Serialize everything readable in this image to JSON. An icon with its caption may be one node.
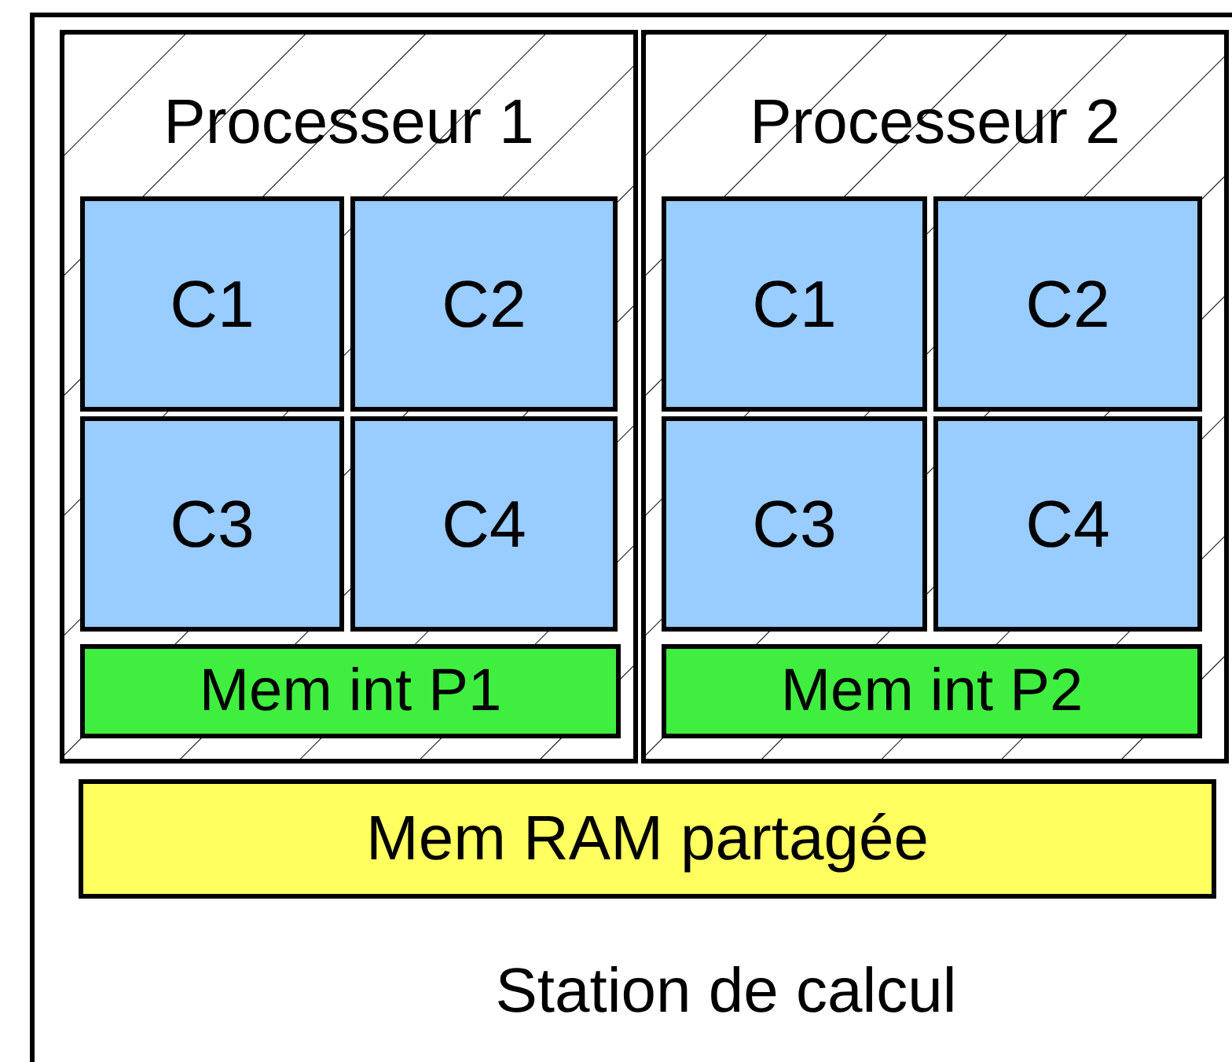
{
  "diagram": {
    "nodes": [
      {
        "text": [
          "Station de calcul"
        ]
      },
      {
        "text": [
          "Processeur 1"
        ],
        "in": 0
      },
      {
        "text": [
          "C1"
        ],
        "in": 1
      },
      {
        "text": [
          "C2"
        ],
        "in": 1
      },
      {
        "text": [
          "C3"
        ],
        "in": 1
      },
      {
        "text": [
          "C4"
        ],
        "in": 1
      },
      {
        "text": [
          "Mem int P1"
        ],
        "in": 1
      },
      {
        "text": [
          "Processeur 2"
        ],
        "in": 0
      },
      {
        "text": [
          "C1"
        ],
        "in": 7
      },
      {
        "text": [
          "C2"
        ],
        "in": 7
      },
      {
        "text": [
          "C3"
        ],
        "in": 7
      },
      {
        "text": [
          "C4"
        ],
        "in": 7
      },
      {
        "text": [
          "Mem int P2"
        ],
        "in": 7
      },
      {
        "text": [
          "Mem RAM partagée"
        ],
        "in": 0
      }
    ]
  }
}
